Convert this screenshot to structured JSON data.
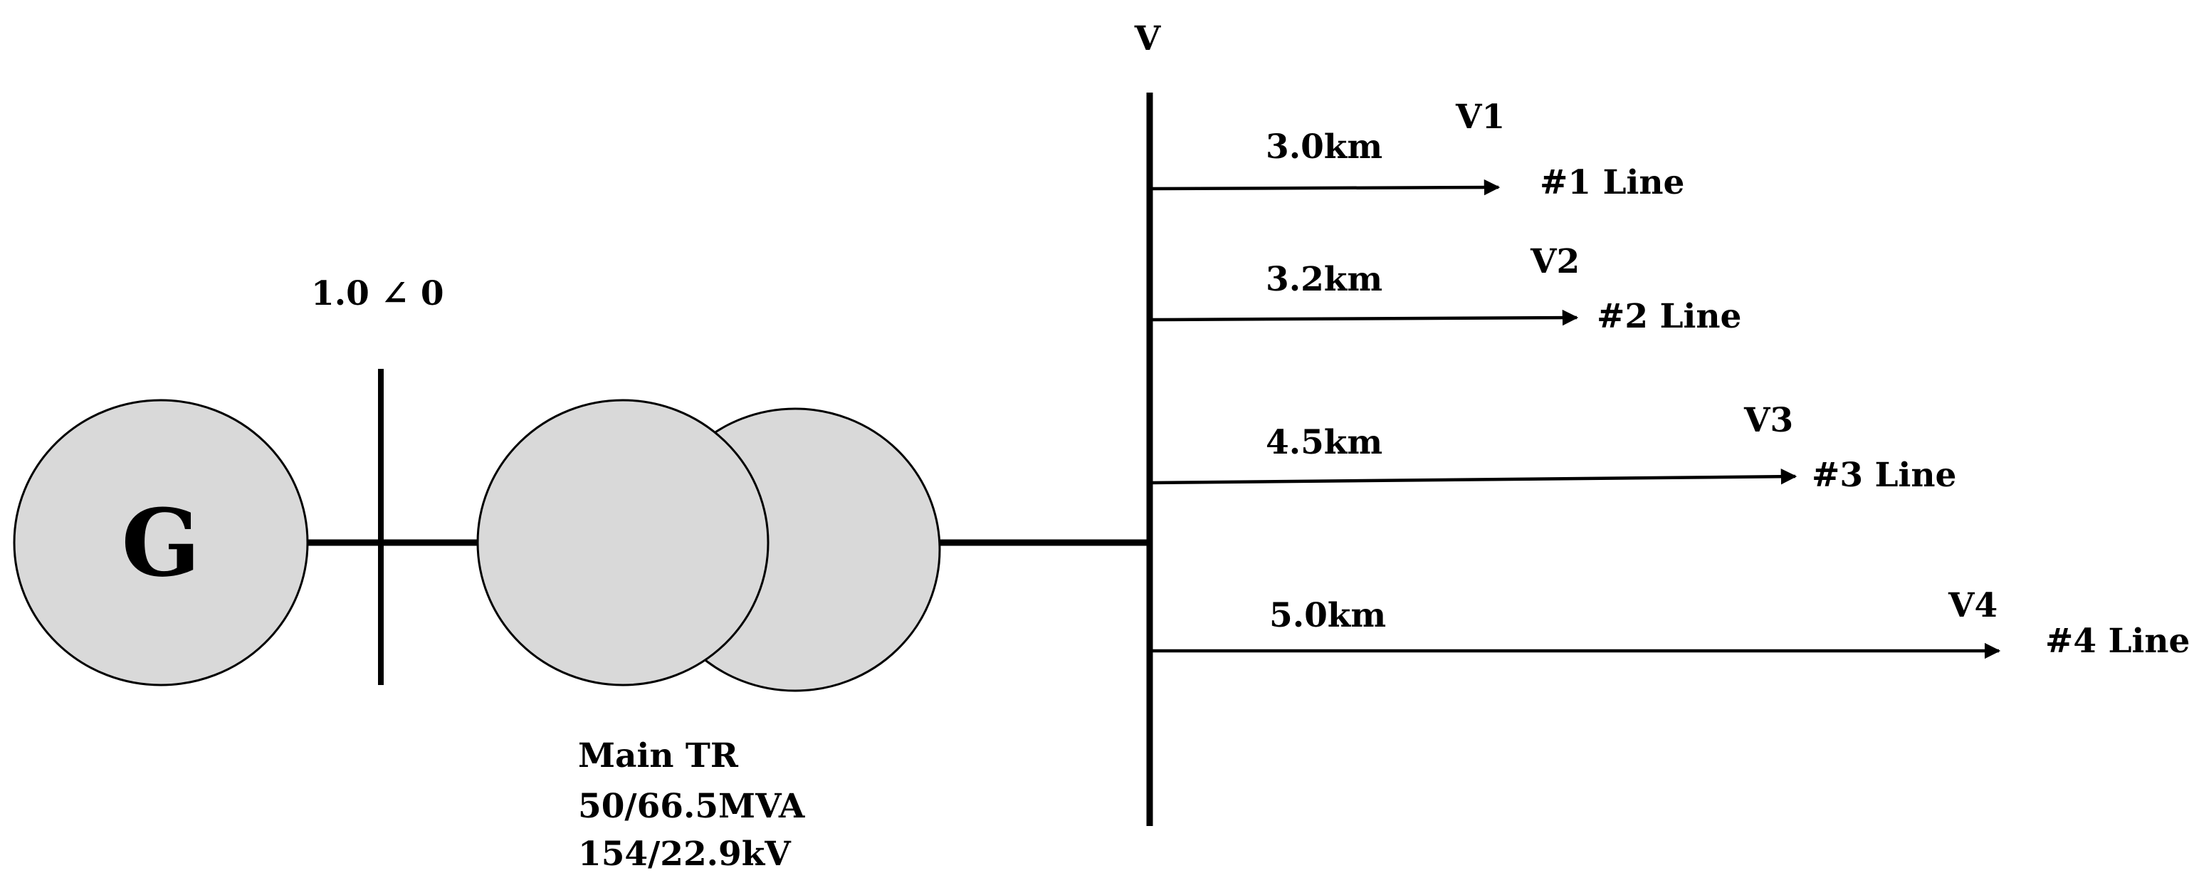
{
  "generator": {
    "label": "G"
  },
  "source_voltage": "1.0 ∠ 0",
  "transformer": {
    "name": "Main TR",
    "rating": "50/66.5MVA",
    "voltage": "154/22.9kV"
  },
  "bus": {
    "label": "V"
  },
  "feeders": [
    {
      "length": "3.0km",
      "voltage": "V1",
      "name": "#1 Line"
    },
    {
      "length": "3.2km",
      "voltage": "V2",
      "name": "#2 Line"
    },
    {
      "length": "4.5km",
      "voltage": "V3",
      "name": "#3 Line"
    },
    {
      "length": "5.0km",
      "voltage": "V4",
      "name": "#4 Line"
    }
  ],
  "colors": {
    "fill": "#d9d9d9",
    "stroke": "#000000"
  }
}
